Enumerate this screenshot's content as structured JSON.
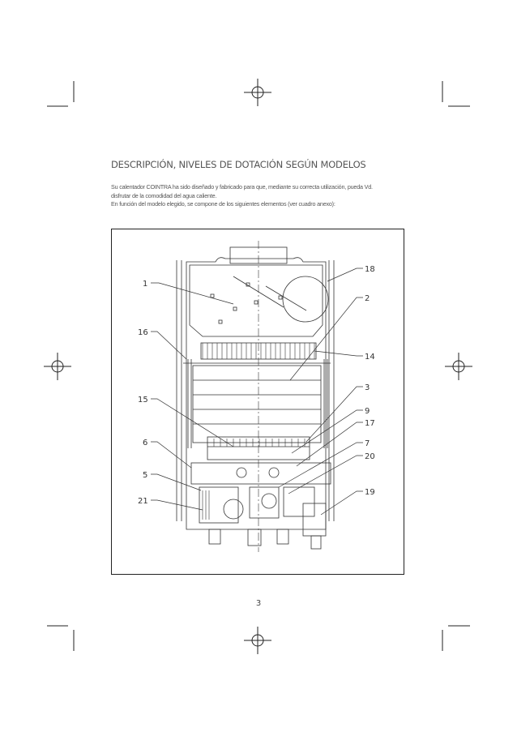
{
  "document": {
    "heading": "DESCRIPCIÓN, NIVELES DE DOTACIÓN SEGÚN MODELOS",
    "intro_line_1": "Su calentador COINTRA ha sido diseñado y fabricado para que, mediante su correcta utilización, pueda Vd.",
    "intro_line_2": "disfrutar de la comodidad del agua caliente.",
    "intro_line_3": "En función del modelo elegido, se compone de los siguientes elementos (ver cuadro anexo):",
    "page_number": "3"
  },
  "diagram": {
    "callouts_left": [
      "1",
      "16",
      "15",
      "6",
      "5",
      "21"
    ],
    "callouts_right": [
      "18",
      "2",
      "14",
      "3",
      "9",
      "17",
      "7",
      "20",
      "19"
    ]
  }
}
